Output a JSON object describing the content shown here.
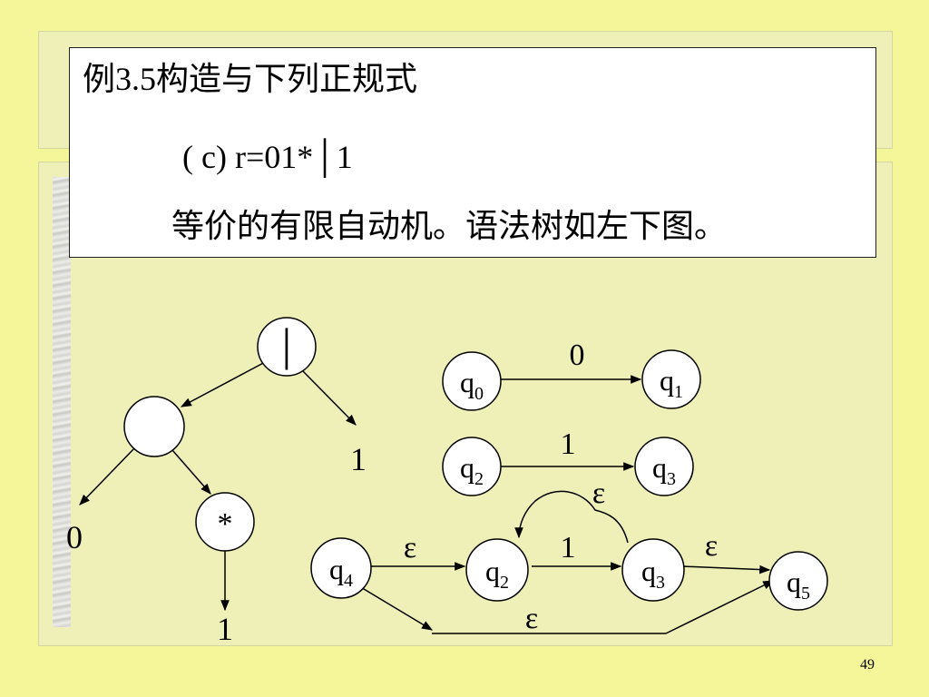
{
  "slide": {
    "line1": "例3.5构造与下列正规式",
    "line2": "( c) r=01*│1",
    "line3": "等价的有限自动机。语法树如左下图。",
    "page_number": "49"
  },
  "syntax_tree": {
    "root": "│",
    "concat": "",
    "star": "*",
    "leaf_zero": "0",
    "leaf_one_right": "1",
    "leaf_one_bottom": "1"
  },
  "nfa_top": {
    "state_a": "q",
    "state_a_sub": "0",
    "state_b": "q",
    "state_b_sub": "1",
    "label": "0"
  },
  "nfa_middle": {
    "state_a": "q",
    "state_a_sub": "2",
    "state_b": "q",
    "state_b_sub": "3",
    "label": "1"
  },
  "nfa_bottom": {
    "state_q4": "q",
    "state_q4_sub": "4",
    "state_q2": "q",
    "state_q2_sub": "2",
    "state_q3": "q",
    "state_q3_sub": "3",
    "state_q5": "q",
    "state_q5_sub": "5",
    "label_q4_q2": "ε",
    "label_q2_q3": "1",
    "label_q3_q5": "ε",
    "label_loop": "ε",
    "label_bypass": "ε"
  }
}
